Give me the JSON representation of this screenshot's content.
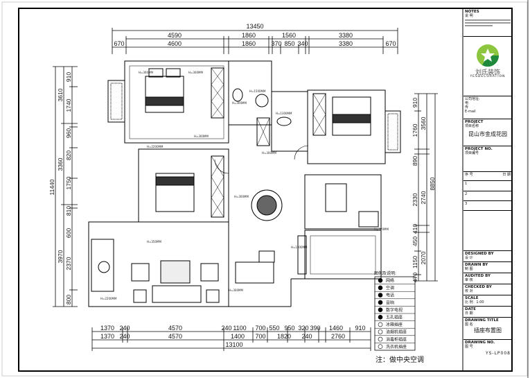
{
  "dimensions": {
    "top_total": "13450",
    "top_row1": [
      "4590",
      "1860",
      "1560",
      "3380"
    ],
    "top_row2": [
      "670",
      "4600",
      "1860",
      "370",
      "850",
      "340",
      "3380",
      "670"
    ],
    "left_total": "11440",
    "left_row1": [
      "3610",
      "3360",
      "3970"
    ],
    "left_row2": [
      "910",
      "1740",
      "960",
      "820",
      "1750",
      "810",
      "600",
      "2370",
      "800"
    ],
    "right_total": "8850",
    "right_row1": [
      "3560",
      "2740",
      "2070"
    ],
    "right_row2": [
      "910",
      "1760",
      "890",
      "2330",
      "410",
      "450",
      "1150",
      "470"
    ],
    "bottom_row1": [
      "1370",
      "240",
      "4570",
      "240",
      "1100",
      "700",
      "550",
      "950",
      "320",
      "390",
      "1460",
      "910"
    ],
    "bottom_row2": [
      "1370",
      "240",
      "4570",
      "1400",
      "700",
      "1820",
      "240",
      "2760"
    ],
    "bottom_total": "13100"
  },
  "plan_labels": {
    "height_marks": [
      "H=300MM",
      "H=300MM",
      "H=1500MM",
      "H=300MM",
      "H=300MM",
      "H=1300MM",
      "H=300MM",
      "H=2200MM",
      "H=350MM",
      "H=300MM",
      "H=1300MM",
      "H=2200MM",
      "H=300MM",
      "H=300MM"
    ]
  },
  "legend": {
    "title": "图例及说明:",
    "items": [
      {
        "icon": "network-outlet-icon",
        "label": "网络"
      },
      {
        "icon": "air-conditioner-outlet-icon",
        "label": "空调"
      },
      {
        "icon": "telephone-outlet-icon",
        "label": "电话"
      },
      {
        "icon": "audio-outlet-icon",
        "label": "音响"
      },
      {
        "icon": "digital-tv-outlet-icon",
        "label": "数字电视"
      },
      {
        "icon": "five-hole-socket-icon",
        "label": "五孔插座"
      },
      {
        "icon": "fridge-socket-icon",
        "label": "冰箱插座"
      },
      {
        "icon": "range-hood-socket-icon",
        "label": "油烟机插座"
      },
      {
        "icon": "disinfection-cabinet-socket-icon",
        "label": "消毒柜插座"
      },
      {
        "icon": "washer-socket-icon",
        "label": "洗衣机插座"
      }
    ],
    "note": "注：做中央空调"
  },
  "title_block": {
    "notes_en": "NOTES",
    "notes_cn": "说 明",
    "company_cn": "刘氏装饰",
    "company_en": "YESDECORATION",
    "contact_labels": [
      "公司地址:",
      "电",
      "传",
      "E-mail"
    ],
    "project_label": "PROJECT",
    "project_label_cn": "项目名称",
    "project_name": "昆山市金成花园",
    "project_no_label": "PROJECT NO.",
    "project_no_label_cn": "项目编号",
    "rev_headers": [
      "序 号",
      "日 期"
    ],
    "rev_rows": [
      "1",
      "2",
      "3"
    ],
    "designed_by": "DESIGNED BY",
    "designed_by_cn": "设 计",
    "drawn_by": "DRAWN BY",
    "drawn_by_cn": "制 图",
    "audited_by": "AUDITED BY",
    "audited_by_cn": "审 核",
    "checked_by": "CHECKED BY",
    "checked_by_cn": "校 对",
    "scale_label": "SCALE",
    "scale_label_cn": "比 例",
    "scale_value": "1:00",
    "date_label": "DATE",
    "date_label_cn": "日 期",
    "drawing_title_label": "DRAWING TITLE",
    "drawing_title_label_cn": "图 名",
    "drawing_title": "插座布置图",
    "drawing_no_label": "DRAWING NO.",
    "drawing_no_label_cn": "图 号",
    "drawing_no": "YS-LP008"
  },
  "colors": {
    "logo_light": "#8cc63f",
    "logo_dark": "#1f8a3c",
    "line": "#000000"
  }
}
